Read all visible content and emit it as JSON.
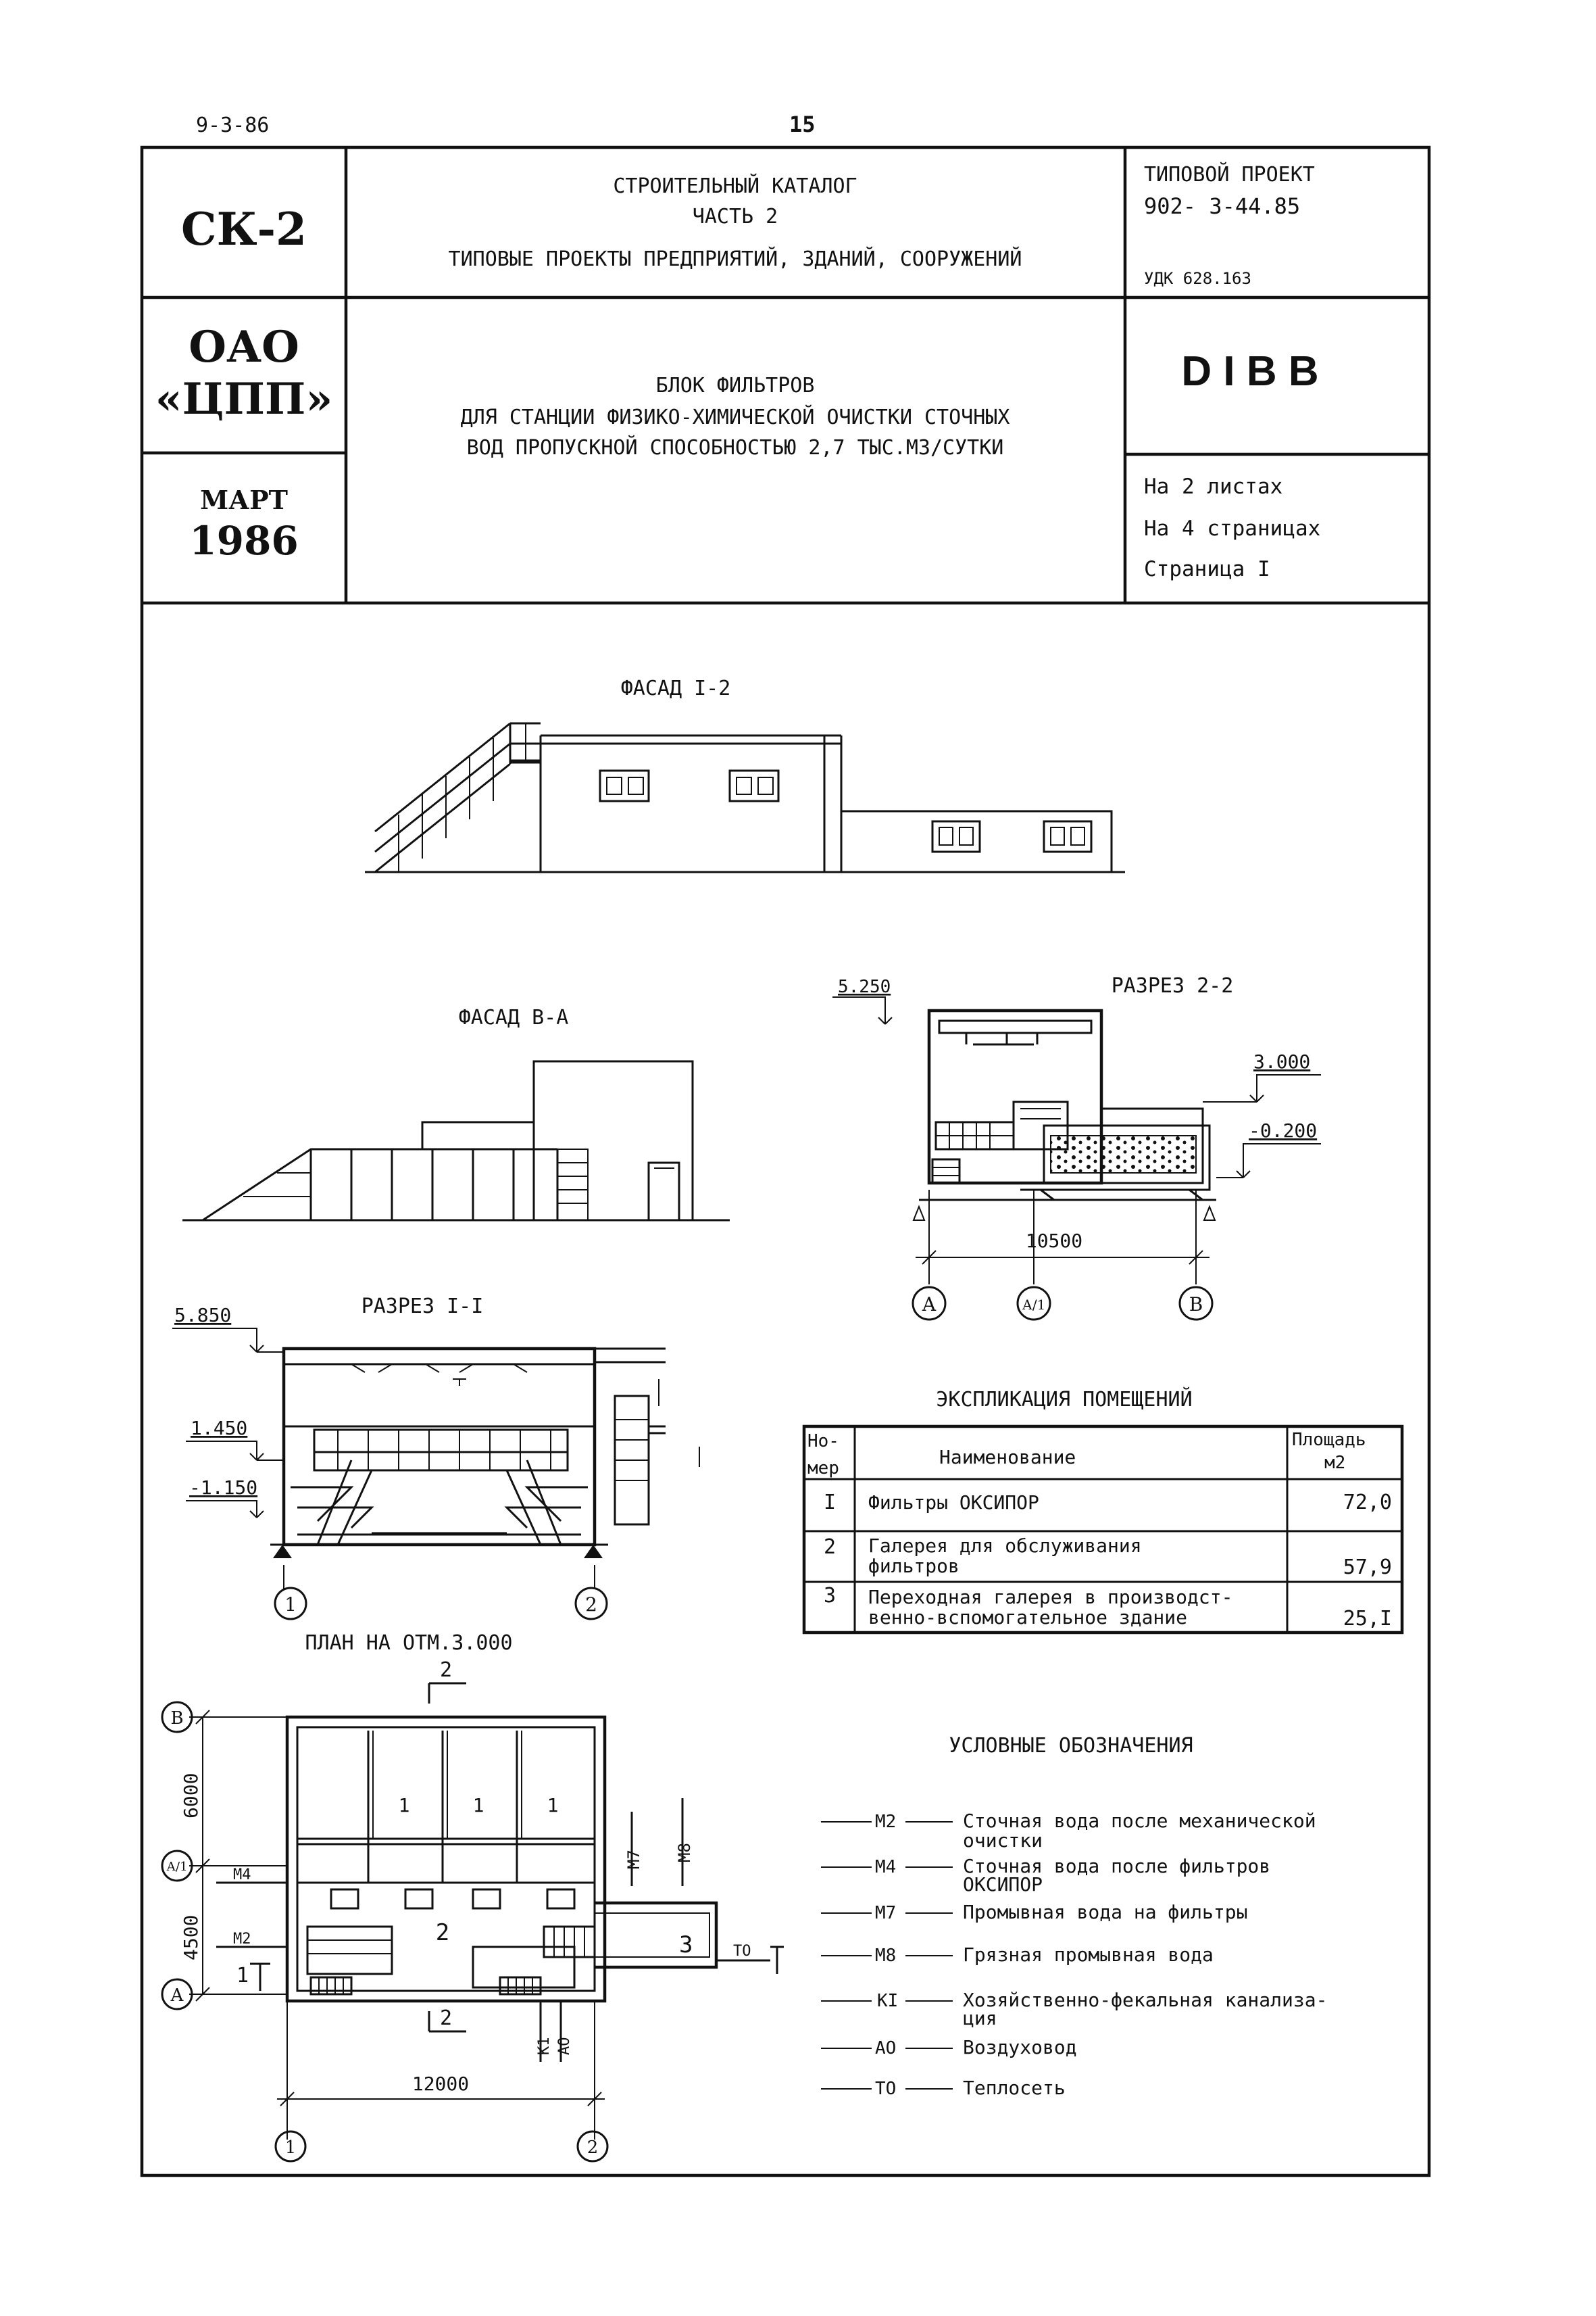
{
  "page": {
    "date_code": "9-3-86",
    "page_number": "15"
  },
  "header": {
    "series": "СК-2",
    "catalog_line1": "СТРОИТЕЛЬНЫЙ КАТАЛОГ",
    "catalog_line2": "ЧАСТЬ 2",
    "catalog_line3": "ТИПОВЫЕ ПРОЕКТЫ ПРЕДПРИЯТИЙ, ЗДАНИЙ, СООРУЖЕНИЙ",
    "project_label": "ТИПОВОЙ ПРОЕКТ",
    "project_number": "902- 3-44.85",
    "udk": "УДК 628.163",
    "org_line1": "ОАО",
    "org_line2": "«ЦПП»",
    "title_line1": "БЛОК ФИЛЬТРОВ",
    "title_line2": "ДЛЯ СТАНЦИИ ФИЗИКО-ХИМИЧЕСКОЙ ОЧИСТКИ СТОЧНЫХ",
    "title_line3": "ВОД ПРОПУСКНОЙ СПОСОБНОСТЬЮ 2,7 ТЫС.М3/СУТКИ",
    "code": "D I B B",
    "month": "МАРТ",
    "year": "1986",
    "sheets": "На  2  листах",
    "pages": "На  4  страницах",
    "page_of": "Страница I"
  },
  "drawings": {
    "facade_12_title": "ФАСАД I-2",
    "facade_ba_title": "ФАСАД В-А",
    "section_22_title": "РАЗРЕЗ 2-2",
    "section_11_title": "РАЗРЕЗ I-I",
    "plan_title": "ПЛАН НА ОТМ.3.000",
    "elev_5250": "5.250",
    "elev_3000": "3.000",
    "elev_m0200": "-0.200",
    "dim_10500": "10500",
    "axis_A": "А",
    "axis_A1": "А/1",
    "axis_B": "В",
    "axis_1": "1",
    "axis_2": "2",
    "elev_5850": "5.850",
    "elev_1450": "1.450",
    "elev_m1150": "-1.150",
    "dim_6000": "6000",
    "dim_4500": "4500",
    "dim_12000": "12000",
    "room_1": "1",
    "room_2": "2",
    "room_3": "3",
    "cut_2": "2",
    "cut_1": "1",
    "pipe_M4": "М4",
    "pipe_M2": "М2",
    "pipe_M7": "М7",
    "pipe_M8": "М8",
    "pipe_K1": "К1",
    "pipe_A0": "АО",
    "pipe_T0": "ТО"
  },
  "explication": {
    "title": "ЭКСПЛИКАЦИЯ ПОМЕЩЕНИЙ",
    "col_num": "Но-мер",
    "col_name": "Наименование",
    "col_area": "Площадь м2",
    "rows": [
      {
        "num": "I",
        "name": "Фильтры ОКСИПОР",
        "area": "72,0"
      },
      {
        "num": "2",
        "name": "Галерея для обслуживания фильтров",
        "area": "57,9"
      },
      {
        "num": "3",
        "name": "Переходная галерея в производст-венно-вспомогательное здание",
        "area": "25,I"
      }
    ]
  },
  "legend": {
    "title": "УСЛОВНЫЕ ОБОЗНАЧЕНИЯ",
    "items": [
      {
        "code": "М2",
        "text": "Сточная вода после механической очистки"
      },
      {
        "code": "М4",
        "text": "Сточная вода после фильтров ОКСИПОР"
      },
      {
        "code": "М7",
        "text": "Промывная вода на фильтры"
      },
      {
        "code": "М8",
        "text": "Грязная промывная вода"
      },
      {
        "code": "КI",
        "text": "Хозяйственно-фекальная канализа-ция"
      },
      {
        "code": "АО",
        "text": "Воздуховод"
      },
      {
        "code": "ТО",
        "text": "Теплосеть"
      }
    ]
  }
}
